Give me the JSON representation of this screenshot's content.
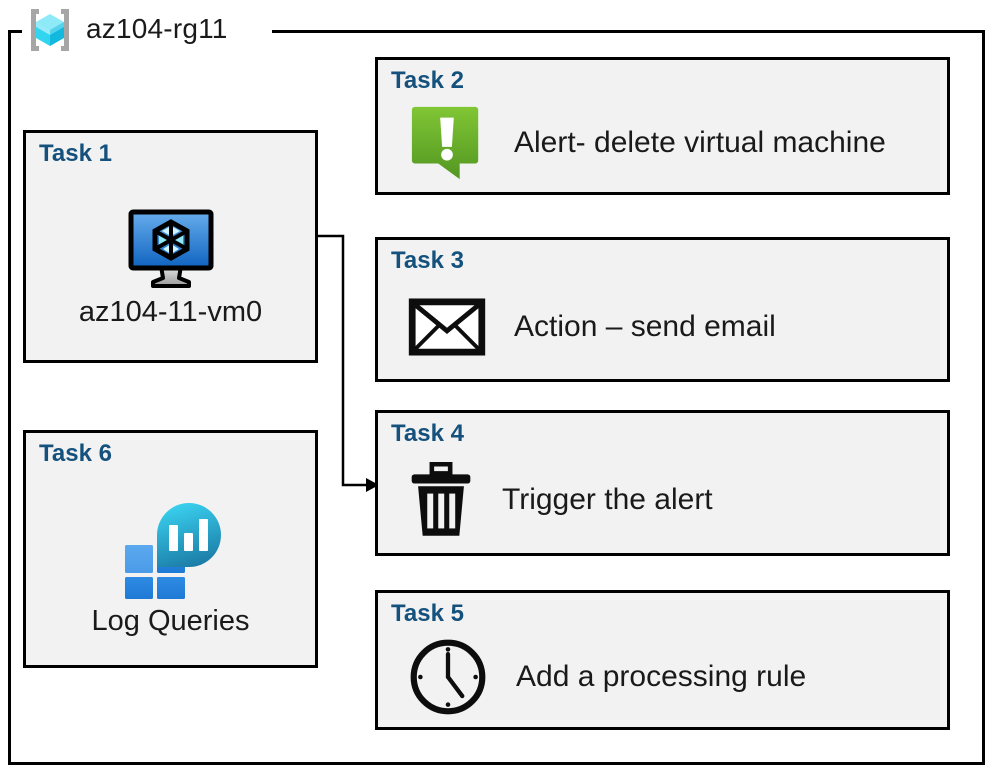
{
  "diagram": {
    "resource_group": {
      "label": "az104-rg11",
      "icon": "azure-resource-group-icon"
    },
    "colors": {
      "card_background": "#F2F2F2",
      "card_border": "#000000",
      "title_blue": "#14517D",
      "alert_green_light": "#7BC234",
      "alert_green_dark": "#589A24",
      "vm_blue_light": "#5CA4E8",
      "vm_blue_dark": "#1068C4",
      "log_cyan": "#32C8EA",
      "log_teal": "#1E7FA8",
      "log_blue": "#2C8BE0",
      "rg_bracket_gray": "#A6A6A6",
      "rg_cube_cyan": "#54E1F5"
    },
    "cards": [
      {
        "id": "task-1",
        "title": "Task 1",
        "label": "az104-11-vm0",
        "icon": "virtual-machine-icon",
        "layout": "vertical"
      },
      {
        "id": "task-2",
        "title": "Task 2",
        "label": "Alert- delete virtual machine",
        "icon": "alert-exclamation-icon",
        "layout": "horizontal"
      },
      {
        "id": "task-3",
        "title": "Task 3",
        "label": "Action – send email",
        "icon": "envelope-icon",
        "layout": "horizontal"
      },
      {
        "id": "task-4",
        "title": "Task 4",
        "label": "Trigger the alert",
        "icon": "trash-can-icon",
        "layout": "horizontal"
      },
      {
        "id": "task-5",
        "title": "Task 5",
        "label": "Add a processing rule",
        "icon": "clock-icon",
        "layout": "horizontal"
      },
      {
        "id": "task-6",
        "title": "Task 6",
        "label": "Log Queries",
        "icon": "log-queries-icon",
        "layout": "vertical"
      }
    ],
    "connector": {
      "from": "task-1",
      "to": "task-4",
      "style": "orthogonal-arrow"
    }
  }
}
